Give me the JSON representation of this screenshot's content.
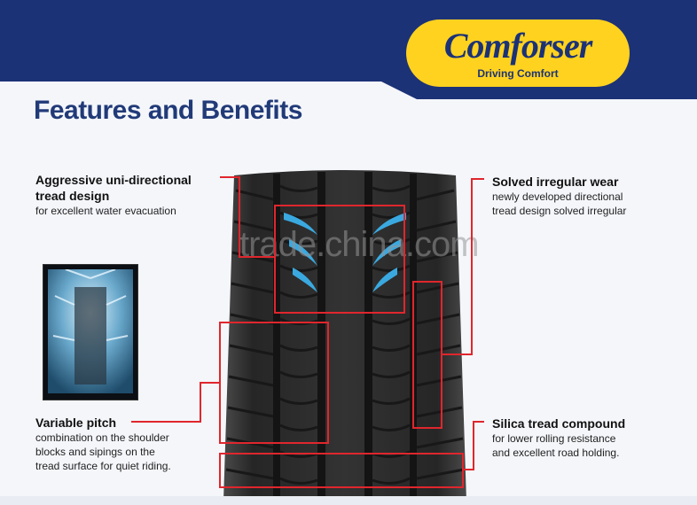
{
  "brand": {
    "name": "Comforser",
    "tagline": "Driving Comfort",
    "primary_color": "#1c3276",
    "accent_color": "#ffd21f"
  },
  "page_title": "Features and Benefits",
  "watermark": "trade.china.com",
  "features": [
    {
      "title_lines": [
        "Aggressive uni-directional",
        "tread design"
      ],
      "desc_lines": [
        "for excellent water evacuation"
      ]
    },
    {
      "title_lines": [
        "Solved irregular wear"
      ],
      "desc_lines": [
        "newly developed directional",
        "tread design solved irregular"
      ]
    },
    {
      "title_lines": [
        "Variable pitch"
      ],
      "desc_lines": [
        "combination on the shoulder",
        "blocks and sipings on the",
        "tread surface for quiet riding."
      ]
    },
    {
      "title_lines": [
        "Silica tread compound"
      ],
      "desc_lines": [
        "for lower rolling resistance",
        "and excellent road holding."
      ]
    }
  ],
  "images": {
    "tire": "tire-tread-closeup",
    "photo": "tire-water-spray-photo"
  },
  "callout_color": "#e0262d"
}
